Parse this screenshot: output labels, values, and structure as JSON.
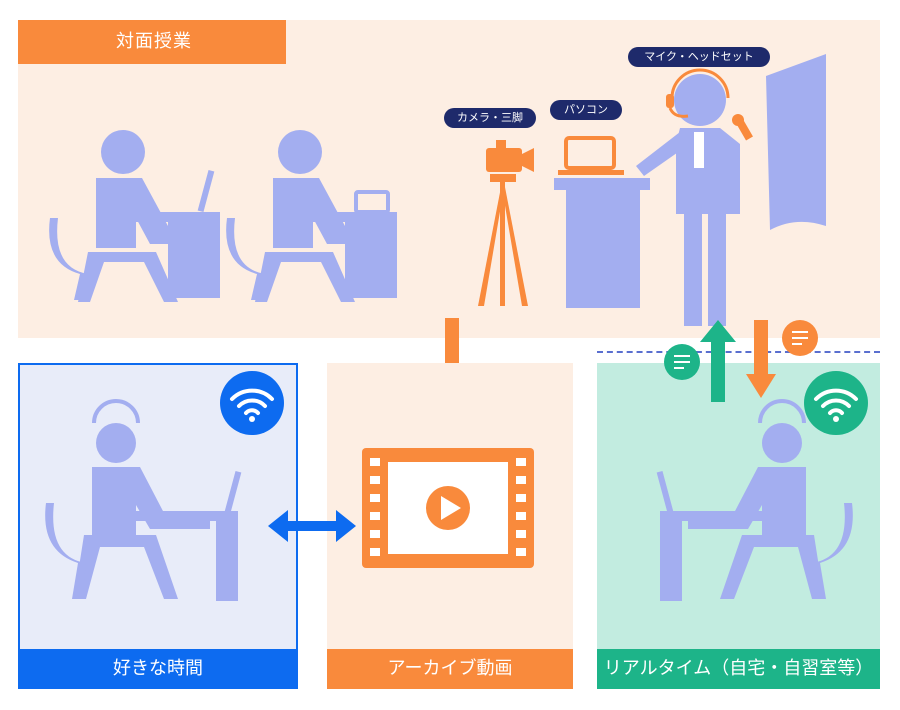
{
  "top": {
    "title": "対面授業",
    "labels": {
      "camera": "カメラ・三脚",
      "pc": "パソコン",
      "mic": "マイク・ヘッドセット"
    }
  },
  "panels": {
    "anytime": "好きな時間",
    "archive": "アーカイブ動画",
    "realtime": "リアルタイム（自宅・自習室等）"
  },
  "icons": {
    "wifi_blue": "wifi-icon",
    "wifi_green": "wifi-icon",
    "play": "play-icon",
    "chat": "chat-bubble-icon"
  },
  "colors": {
    "figure": "#a3aef0",
    "orange": "#f98a3c",
    "blue": "#0d6bf0",
    "green": "#1db489",
    "navy": "#1e2a6b"
  }
}
